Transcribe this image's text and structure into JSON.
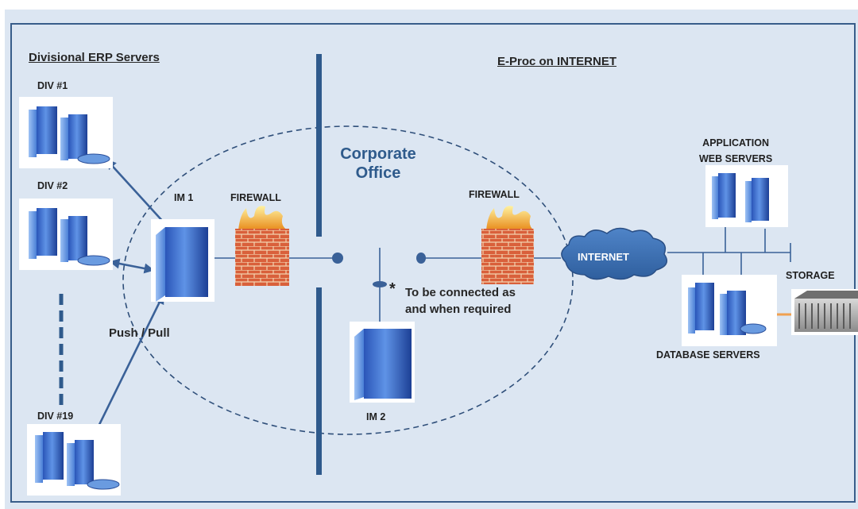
{
  "sections": {
    "left_heading": "Divisional ERP Servers",
    "right_heading": "E-Proc on INTERNET"
  },
  "corporate_office": {
    "line1": "Corporate",
    "line2": "Office"
  },
  "divisions": {
    "div1": "DIV #1",
    "div2": "DIV #2",
    "div19": "DIV #19"
  },
  "servers": {
    "im1": "IM 1",
    "im2": "IM 2"
  },
  "firewalls": {
    "left": "FIREWALL",
    "right": "FIREWALL"
  },
  "sync": {
    "label": "Push / Pull"
  },
  "note": {
    "star": "*",
    "line1": "To be connected as",
    "line2": "and when required"
  },
  "internet": {
    "label": "INTERNET"
  },
  "app_servers": {
    "line1": "APPLICATION",
    "line2": "WEB SERVERS"
  },
  "storage": {
    "label": "STORAGE"
  },
  "database": {
    "label": "DATABASE SERVERS"
  },
  "colors": {
    "background": "#dce6f2",
    "border": "#385d8a",
    "arrow": "#3a6198",
    "cloud": "#3f6fb0",
    "storage_link": "#f0a050"
  }
}
